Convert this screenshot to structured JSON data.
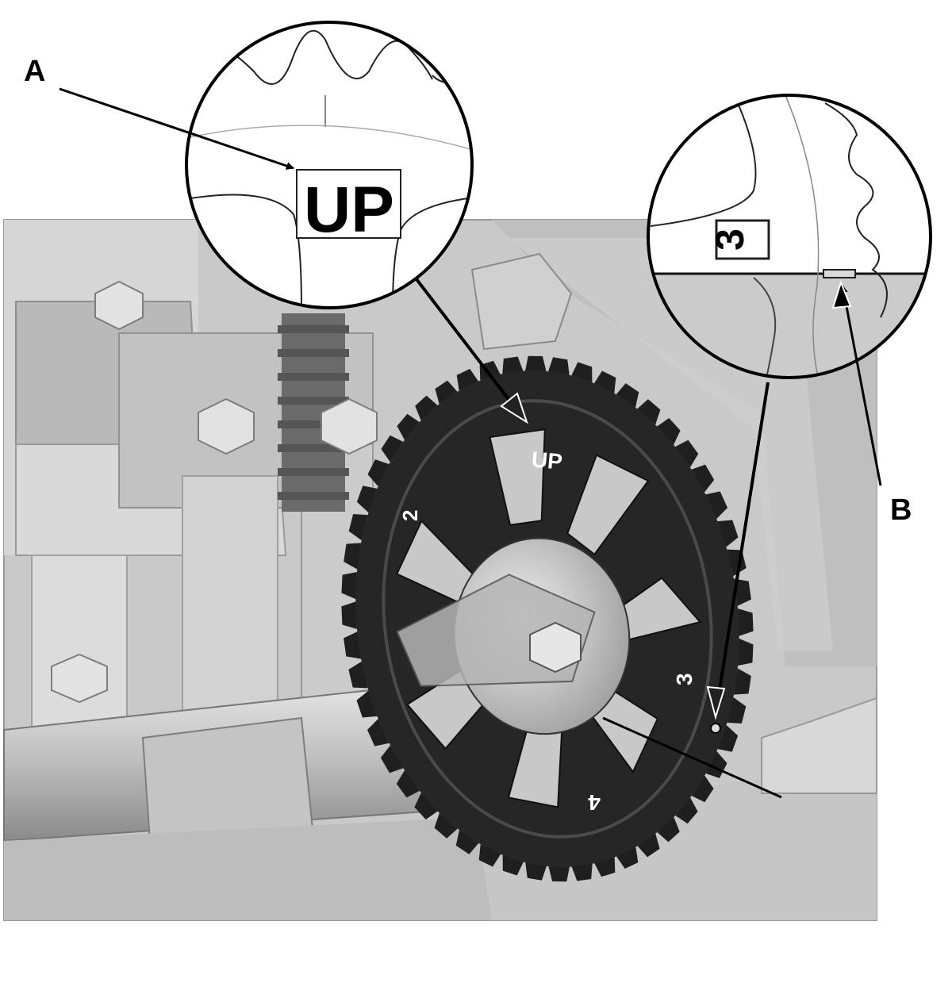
{
  "callouts": {
    "a_label": "A",
    "b_label": "B"
  },
  "gear_marks": {
    "up": "UP",
    "two": "2",
    "three": "3",
    "four": "4"
  },
  "zoom_a": {
    "mark": "UP"
  },
  "zoom_b": {
    "mark": "3"
  },
  "colors": {
    "background": "#ffffff",
    "engine_light": "#d4d4d4",
    "engine_mid": "#b8b8b8",
    "engine_dark": "#8c8c8c",
    "gear": "#1f1f1f",
    "outline": "#000000"
  }
}
